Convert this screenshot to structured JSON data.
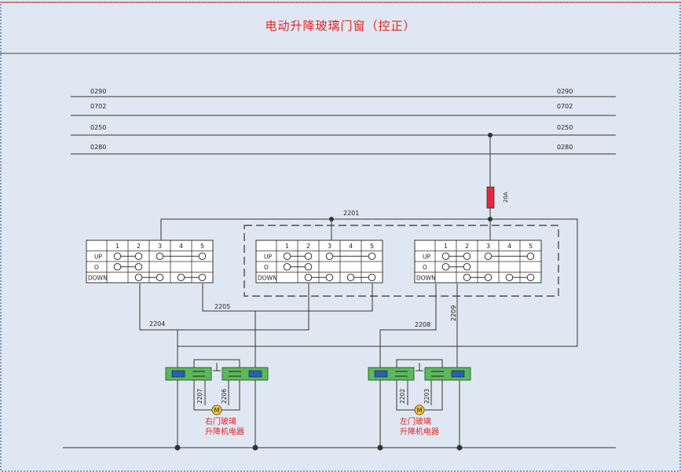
{
  "title": "电动升降玻璃门窗（控正）",
  "buses": {
    "left": [
      "0290",
      "0702",
      "0250",
      "0280"
    ],
    "right": [
      "0290",
      "0702",
      "0250",
      "0280"
    ]
  },
  "fuse": "20A",
  "switches": {
    "columns": [
      "1",
      "2",
      "3",
      "4",
      "5"
    ],
    "rows": [
      "UP",
      "O",
      "DOWN"
    ]
  },
  "wires": {
    "w2201": "2201",
    "w2204": "2204",
    "w2205": "2205",
    "w2208": "2208",
    "w2209": "2209",
    "w2207": "2207",
    "w2206": "2206",
    "w2202": "2202",
    "w2203": "2203"
  },
  "motor_symbol": "M",
  "motors": {
    "right": {
      "line1": "右门玻璃",
      "line2": "升降机电器"
    },
    "left": {
      "line1": "左门玻璃",
      "line2": "升降机电器"
    }
  },
  "colors": {
    "line": "#333333",
    "title": "#e02424",
    "label": "#e02424",
    "relay": "#5cb85c",
    "coil": "#2b5fb0",
    "fuse": "#e8263e",
    "motor": "#f0c84a",
    "switch_bg": "#ffffff"
  }
}
